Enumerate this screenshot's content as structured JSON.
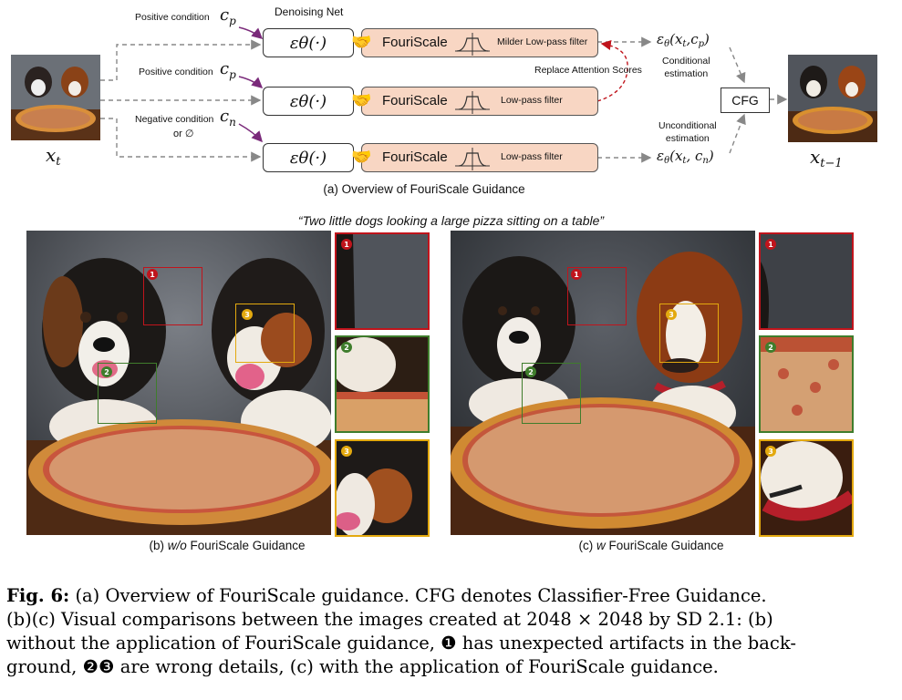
{
  "diagram": {
    "denoising_net_label": "Denoising Net",
    "rows": [
      {
        "condition_label": "Positive condition",
        "condition_symbol": "c",
        "condition_sub": "p",
        "net_text": "εθ(·)",
        "fs_name": "FouriScale",
        "filter_label": "Milder Low-pass filter"
      },
      {
        "condition_label": "Positive condition",
        "condition_symbol": "c",
        "condition_sub": "p",
        "net_text": "εθ(·)",
        "fs_name": "FouriScale",
        "filter_label": "Low-pass filter"
      },
      {
        "condition_label": "Negative condition",
        "condition_extra": "or  ∅",
        "condition_symbol": "c",
        "condition_sub": "n",
        "net_text": "εθ(·)",
        "fs_name": "FouriScale",
        "filter_label": "Low-pass filter"
      }
    ],
    "replace_label": "Replace Attention Scores",
    "conditional_label_line1": "Conditional",
    "conditional_label_line2": "estimation",
    "unconditional_label_line1": "Unconditional",
    "unconditional_label_line2": "estimation",
    "eps_cond": "εθ(xt,cp)",
    "eps_uncond": "εθ(xt, cn)",
    "cfg_label": "CFG",
    "input_label": "xt",
    "output_label": "xt−1",
    "subcaption": "(a) Overview of FouriScale Guidance"
  },
  "prompt": "“Two little dogs looking a large pizza sitting on a table”",
  "comparison": {
    "left_caption_prefix": "(b) ",
    "left_caption_italic": "w/o",
    "left_caption_suffix": " FouriScale Guidance",
    "right_caption_prefix": "(c) ",
    "right_caption_italic": "w",
    "right_caption_suffix": " FouriScale Guidance",
    "markers": [
      "1",
      "2",
      "3"
    ]
  },
  "caption": {
    "fig_label": "Fig. 6:",
    "line1": "(a) Overview of FouriScale guidance. CFG denotes Classifier-Free Guidance.",
    "line2": "(b)(c) Visual comparisons between the images created at 2048 × 2048 by SD 2.1: (b)",
    "line3": "without the application of FouriScale guidance, ❶ has unexpected artifacts in the back-",
    "line4": "ground, ❷❸ are wrong details, (c) with the application of FouriScale guidance."
  },
  "colors": {
    "fs_fill": "#f8d6c3",
    "marker1": "#c0141c",
    "marker2": "#3f7d2c",
    "marker3": "#e3a90f",
    "arrow_red": "#c0141c"
  }
}
